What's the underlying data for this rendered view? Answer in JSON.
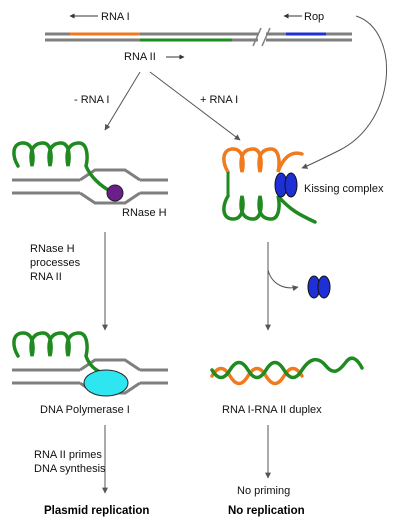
{
  "labels": {
    "rna1_top": "RNA I",
    "rop": "Rop",
    "rna2": "RNA II",
    "minus_rna1": "- RNA I",
    "plus_rna1": "+ RNA I",
    "rnase_h": "RNase H",
    "kissing": "Kissing complex",
    "rnase_proc_1": "RNase H",
    "rnase_proc_2": "processes",
    "rnase_proc_3": "RNA II",
    "polymerase": "DNA Polymerase I",
    "duplex": "RNA I-RNA II duplex",
    "primes_1": "RNA II primes",
    "primes_2": "DNA synthesis",
    "no_priming": "No priming",
    "plasmid": "Plasmid replication",
    "no_rep": "No replication"
  },
  "colors": {
    "dna": "#7f7f7f",
    "rna1": "#f07a1e",
    "rna2": "#1f8a1f",
    "rop": "#1f2fd6",
    "rnase": "#6b1f8a",
    "polymerase": "#2ee6f0",
    "arrow": "#555555"
  }
}
